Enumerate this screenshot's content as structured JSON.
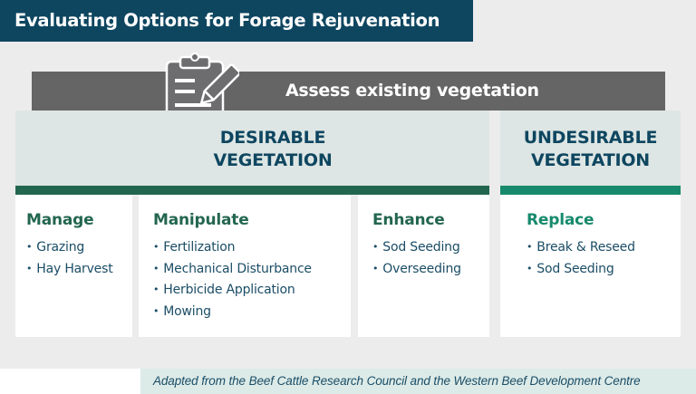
{
  "title": "Evaluating Options for Forage Rejuvenation",
  "assess": {
    "icon": "clipboard-pencil-icon",
    "label": "Assess existing vegetation"
  },
  "categories": {
    "desirable": {
      "label": "DESIRABLE\nVEGETATION",
      "bar_color": "#236650"
    },
    "undesirable": {
      "label": "UNDESIRABLE\nVEGETATION",
      "bar_color": "#178a6d"
    }
  },
  "options": [
    {
      "heading": "Manage",
      "category": "desirable",
      "items": [
        "Grazing",
        "Hay Harvest"
      ]
    },
    {
      "heading": "Manipulate",
      "category": "desirable",
      "items": [
        "Fertilization",
        "Mechanical Disturbance",
        "Herbicide Application",
        "Mowing"
      ]
    },
    {
      "heading": "Enhance",
      "category": "desirable",
      "items": [
        "Sod Seeding",
        "Overseeding"
      ]
    },
    {
      "heading": "Replace",
      "category": "undesirable",
      "items": [
        "Break & Reseed",
        "Sod Seeding"
      ]
    }
  ],
  "credit": "Adapted from the Beef Cattle Research Council and the Western Beef Development Centre",
  "colors": {
    "title_bg": "#0e4660",
    "assess_bg": "#656565",
    "header_bg": "#dde6e4",
    "text_navy": "#0e4660",
    "desirable_green": "#236650",
    "undesirable_green": "#178a6d",
    "panel_bg": "#ececec",
    "credit_bg": "#dcebe8"
  }
}
